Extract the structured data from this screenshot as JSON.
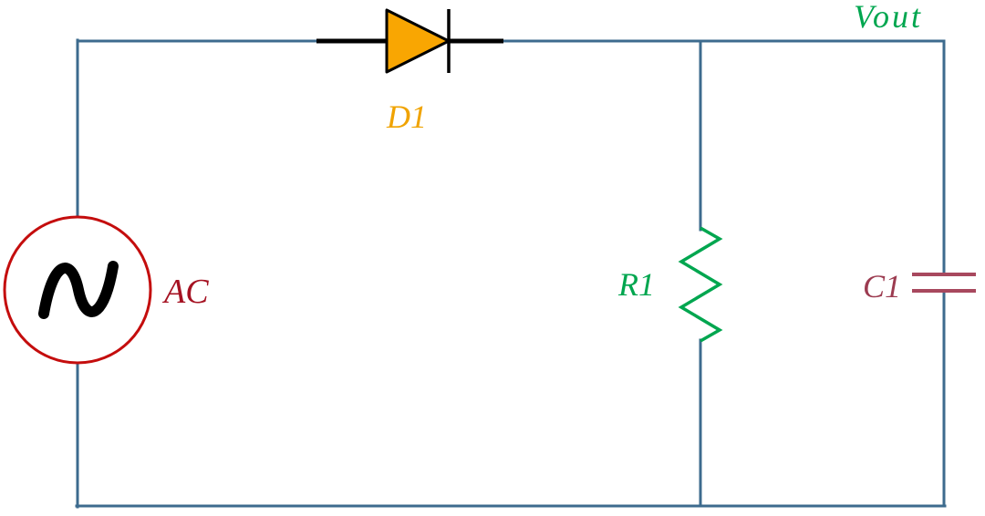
{
  "labels": {
    "source": "AC",
    "diode": "D1",
    "resistor": "R1",
    "capacitor": "C1",
    "output": "Vout"
  },
  "components": {
    "source": "AC sine-wave voltage source",
    "diode": "diode, anode left, cathode right",
    "resistor": "resistor, vertical zigzag",
    "capacitor": "capacitor, two horizontal plates",
    "topology": "half-wave rectifier: AC source -> D1 -> parallel R1 and C1 -> Vout node"
  },
  "colors": {
    "wire": "#3d6b8e",
    "symbol": "#000000",
    "sourceStroke": "#c40d0d",
    "sourceLabel": "#a51222",
    "diodeFill": "#f9a602",
    "diodeLabel": "#f0a300",
    "resistor": "#00a64f",
    "outputLabel": "#00a64f",
    "capacitor": "#a8485e",
    "capacitorLabel": "#9c3b50"
  }
}
